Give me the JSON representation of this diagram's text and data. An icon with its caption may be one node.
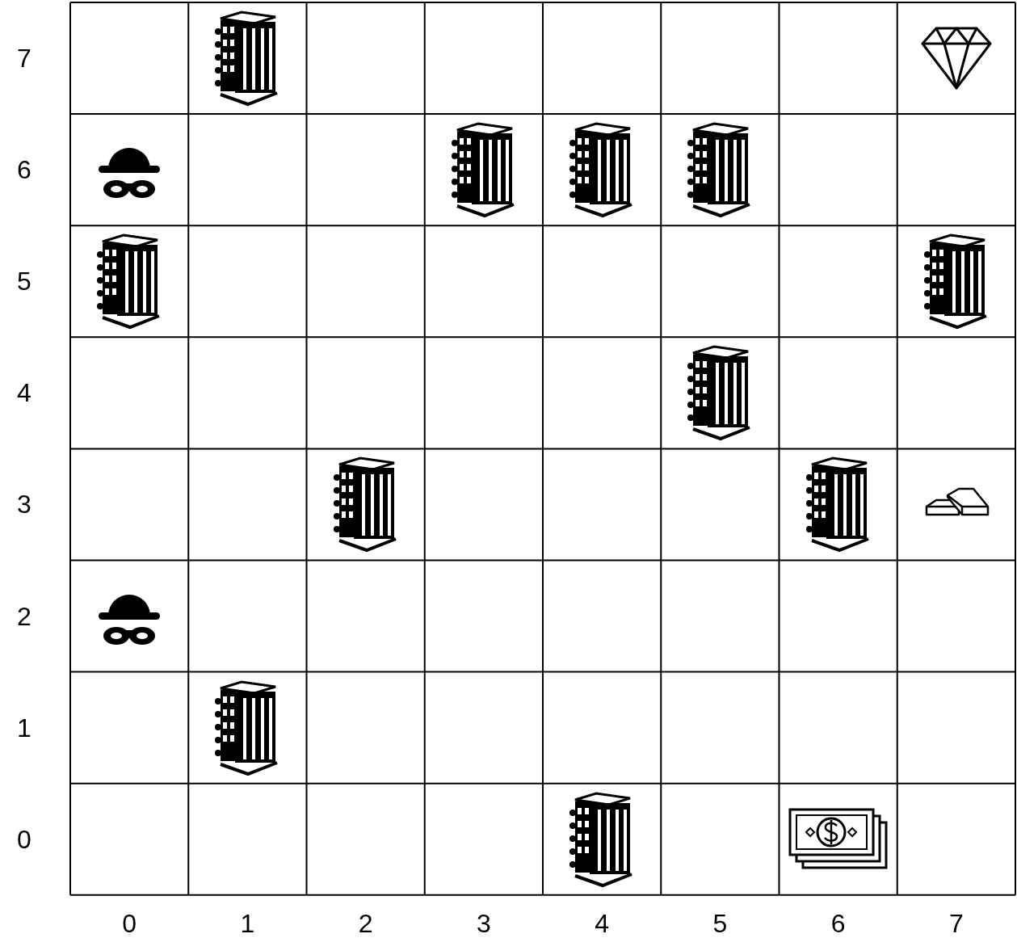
{
  "diagram": {
    "labels": [
      "7",
      "6",
      "5",
      "4",
      "3",
      "2",
      "1",
      "0",
      "0",
      "1",
      "2",
      "3",
      "4",
      "5",
      "6",
      "7"
    ]
  }
}
